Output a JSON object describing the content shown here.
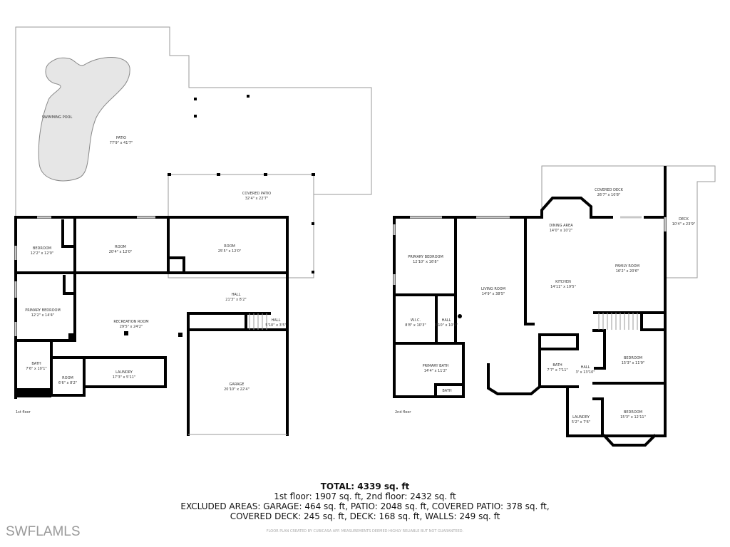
{
  "first_floor": {
    "label": "1st floor",
    "rooms": [
      {
        "name": "SWIMMING POOL",
        "size": ""
      },
      {
        "name": "PATIO",
        "size": "77'9\" x 41'7\""
      },
      {
        "name": "COVERED PATIO",
        "size": "32'4\" x 22'7\""
      },
      {
        "name": "BEDROOM",
        "size": "12'2\" x 12'0\""
      },
      {
        "name": "ROOM",
        "size": "20'4\" x 12'0\""
      },
      {
        "name": "ROOM",
        "size": "25'5\" x 12'0\""
      },
      {
        "name": "HALL",
        "size": "21'3\" x 8'2\""
      },
      {
        "name": "PRIMARY BEDROOM",
        "size": "12'2\" x 14'4\""
      },
      {
        "name": "RECREATION ROOM",
        "size": "29'5\" x 24'2\""
      },
      {
        "name": "HALL",
        "size": "5'10\" x 3'5\""
      },
      {
        "name": "BATH",
        "size": "7'6\" x 10'1\""
      },
      {
        "name": "ROOM",
        "size": "6'6\" x 8'2\""
      },
      {
        "name": "LAUNDRY",
        "size": "17'3\" x 5'11\""
      },
      {
        "name": "GARAGE",
        "size": "20'10\" x 22'4\""
      }
    ]
  },
  "second_floor": {
    "label": "2nd floor",
    "rooms": [
      {
        "name": "COVERED DECK",
        "size": "26'7\" x 10'8\""
      },
      {
        "name": "DECK",
        "size": "10'4\" x 23'9\""
      },
      {
        "name": "DINING AREA",
        "size": "14'0\" x 10'2\""
      },
      {
        "name": "PRIMARY BEDROOM",
        "size": "12'10\" x 16'8\""
      },
      {
        "name": "FAMILY ROOM",
        "size": "16'2\" x 20'6\""
      },
      {
        "name": "KITCHEN",
        "size": "14'11\" x 19'5\""
      },
      {
        "name": "LIVING ROOM",
        "size": "14'9\" x 38'5\""
      },
      {
        "name": "W.I.C.",
        "size": "8'8\" x 10'3\""
      },
      {
        "name": "HALL",
        "size": "3'10\" x 10'3\""
      },
      {
        "name": "PRIMARY BATH",
        "size": "14'4\" x 11'2\""
      },
      {
        "name": "BATH",
        "size": ""
      },
      {
        "name": "BATH",
        "size": "7'7\" x 7'11\""
      },
      {
        "name": "HALL",
        "size": "3' x 13'10\""
      },
      {
        "name": "BEDROOM",
        "size": "15'3\" x 11'9\""
      },
      {
        "name": "LAUNDRY",
        "size": "5'2\" x 7'6\""
      },
      {
        "name": "BEDROOM",
        "size": "15'3\" x 12'11\""
      }
    ]
  },
  "summary": {
    "total": "TOTAL: 4339 sq. ft",
    "floors": "1st floor: 1907 sq. ft, 2nd floor: 2432 sq. ft",
    "excluded_1": "EXCLUDED AREAS: GARAGE: 464 sq. ft, PATIO: 2048 sq. ft, COVERED PATIO: 378 sq. ft,",
    "excluded_2": "COVERED DECK: 245 sq. ft, DECK: 168 sq. ft, WALLS: 249 sq. ft",
    "disclaimer": "FLOOR PLAN CREATED BY CUBICASA APP. MEASUREMENTS DEEMED HIGHLY RELIABLE BUT NOT GUARANTEED."
  },
  "watermark": "SWFLAMLS",
  "colors": {
    "walls": "#000000",
    "pool": "#e6e6e6",
    "outline": "#9a9a9a"
  }
}
